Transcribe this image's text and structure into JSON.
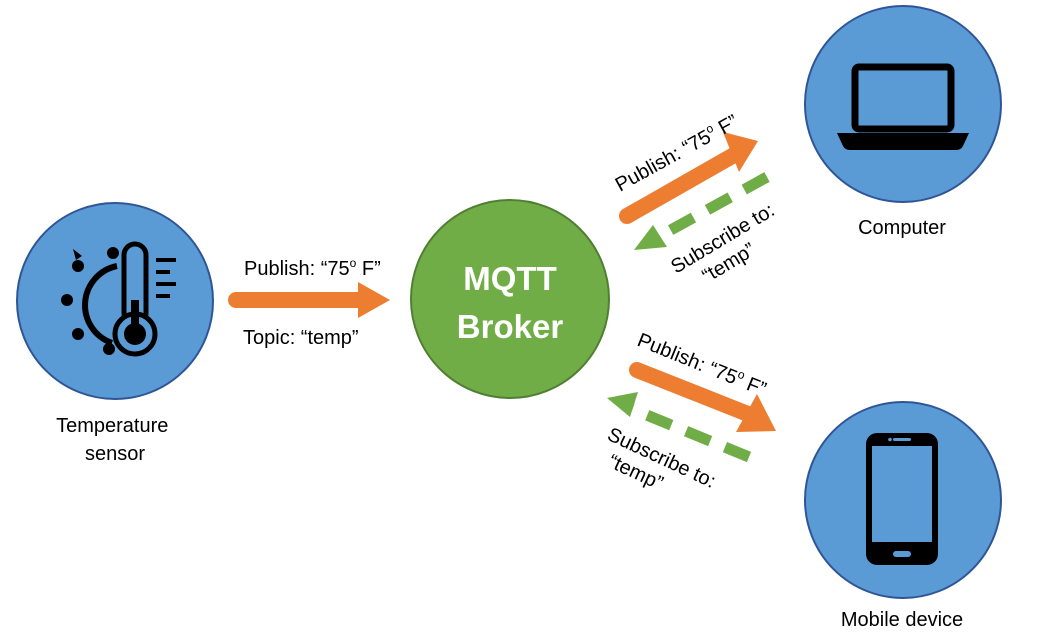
{
  "colors": {
    "node_fill": "#5b9bd5",
    "node_stroke": "#2f5597",
    "broker_fill": "#70ad47",
    "broker_stroke": "#507e32",
    "publish_arrow": "#ed7d31",
    "subscribe_arrow": "#70ad47",
    "icon": "#000000",
    "broker_text": "#ffffff"
  },
  "broker": {
    "line1": "MQTT",
    "line2": "Broker"
  },
  "sensor": {
    "icon": "thermometer-sun-icon",
    "label_line1": "Temperature",
    "label_line2": "sensor",
    "publish_label": "Publish: “75",
    "publish_degree": "o",
    "publish_unit": " F”",
    "topic_label": "Topic: “temp”"
  },
  "computer": {
    "icon": "laptop-icon",
    "label": "Computer",
    "publish_label": "Publish: “75",
    "publish_degree": "o",
    "publish_unit": " F”",
    "subscribe_line1": "Subscribe to:",
    "subscribe_line2": "“temp”"
  },
  "mobile": {
    "icon": "smartphone-icon",
    "label": "Mobile device",
    "publish_label": "Publish:  “75",
    "publish_degree": "o",
    "publish_unit": " F”",
    "subscribe_line1": "Subscribe to:",
    "subscribe_line2": "“temp”"
  }
}
